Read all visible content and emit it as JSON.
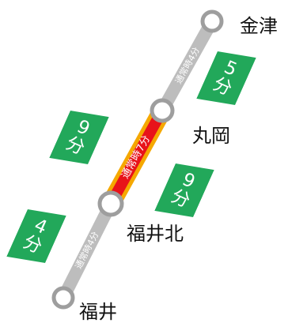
{
  "stations": [
    {
      "id": "aizu",
      "name": "金津"
    },
    {
      "id": "maruoka",
      "name": "丸岡"
    },
    {
      "id": "fukuikita",
      "name": "福井北"
    },
    {
      "id": "fukui",
      "name": "福井"
    }
  ],
  "segments": [
    {
      "id": "seg-aizu-maruoka",
      "label": "通常時4分",
      "highlighted": false
    },
    {
      "id": "seg-maruoka-fukuikita",
      "label": "通常時7分",
      "highlighted": true
    },
    {
      "id": "seg-fukuikita-fukui",
      "label": "通常時4分",
      "highlighted": false
    }
  ],
  "time_tags": [
    {
      "id": "tag-5",
      "number": "5",
      "unit": "分"
    },
    {
      "id": "tag-9-left",
      "number": "9",
      "unit": "分"
    },
    {
      "id": "tag-9-right",
      "number": "9",
      "unit": "分"
    },
    {
      "id": "tag-4",
      "number": "4",
      "unit": "分"
    }
  ],
  "colors": {
    "line": "#bdbdbd",
    "highlight_fill": "#e8131a",
    "highlight_border": "#f5a800",
    "tag": "#22a85a",
    "node_stroke": "#9e9e9e",
    "node_fill": "#ffffff"
  }
}
